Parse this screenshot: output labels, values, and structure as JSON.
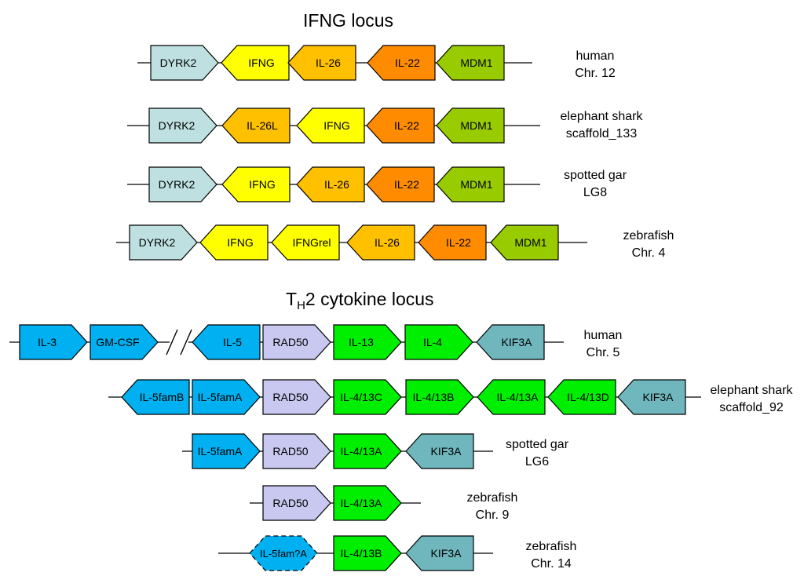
{
  "ifng_title": "IFNG locus",
  "th2_title": {
    "prefix": "T",
    "sub": "H",
    "suffix": "2 cytokine locus"
  },
  "colors": {
    "DYRK2": "#bfe0e0",
    "IFNG": "#ffff00",
    "IL-26": "#ffc000",
    "IL-22": "#ff8c00",
    "MDM1": "#99cc00",
    "IL-5": "#00b0f0",
    "RAD50": "#c8c8f0",
    "IL-4/13": "#00ee00",
    "KIF3A": "#6fb7bd",
    "line": "#000000"
  },
  "ifng_loci": [
    {
      "species": "human",
      "location": "Chr. 12",
      "genes": [
        {
          "label": "DYRK2",
          "family": "DYRK2",
          "dir": "right"
        },
        {
          "label": "IFNG",
          "family": "IFNG",
          "dir": "left"
        },
        {
          "label": "IL-26",
          "family": "IL-26",
          "dir": "left"
        },
        {
          "label": "IL-22",
          "family": "IL-22",
          "dir": "left"
        },
        {
          "label": "MDM1",
          "family": "MDM1",
          "dir": "left"
        }
      ]
    },
    {
      "species": "elephant shark",
      "location": "scaffold_133",
      "genes": [
        {
          "label": "DYRK2",
          "family": "DYRK2",
          "dir": "right"
        },
        {
          "label": "IL-26L",
          "family": "IL-26",
          "dir": "left"
        },
        {
          "label": "IFNG",
          "family": "IFNG",
          "dir": "left"
        },
        {
          "label": "IL-22",
          "family": "IL-22",
          "dir": "left"
        },
        {
          "label": "MDM1",
          "family": "MDM1",
          "dir": "left"
        }
      ]
    },
    {
      "species": "spotted gar",
      "location": "LG8",
      "genes": [
        {
          "label": "DYRK2",
          "family": "DYRK2",
          "dir": "right"
        },
        {
          "label": "IFNG",
          "family": "IFNG",
          "dir": "left"
        },
        {
          "label": "IL-26",
          "family": "IL-26",
          "dir": "left"
        },
        {
          "label": "IL-22",
          "family": "IL-22",
          "dir": "left"
        },
        {
          "label": "MDM1",
          "family": "MDM1",
          "dir": "left"
        }
      ]
    },
    {
      "species": "zebrafish",
      "location": "Chr. 4",
      "genes": [
        {
          "label": "DYRK2",
          "family": "DYRK2",
          "dir": "right"
        },
        {
          "label": "IFNG",
          "family": "IFNG",
          "dir": "left"
        },
        {
          "label": "IFNGrel",
          "family": "IFNG",
          "dir": "left"
        },
        {
          "label": "IL-26",
          "family": "IL-26",
          "dir": "left"
        },
        {
          "label": "IL-22",
          "family": "IL-22",
          "dir": "left"
        },
        {
          "label": "MDM1",
          "family": "MDM1",
          "dir": "left"
        }
      ]
    }
  ],
  "th2_loci": [
    {
      "species": "human",
      "location": "Chr. 5",
      "genes": [
        {
          "label": "IL-3",
          "family": "IL-5",
          "dir": "right"
        },
        {
          "label": "GM-CSF",
          "family": "IL-5",
          "dir": "right"
        },
        {
          "label": "IL-5",
          "family": "IL-5",
          "dir": "left"
        },
        {
          "label": "RAD50",
          "family": "RAD50",
          "dir": "right"
        },
        {
          "label": "IL-13",
          "family": "IL-4/13",
          "dir": "right"
        },
        {
          "label": "IL-4",
          "family": "IL-4/13",
          "dir": "right"
        },
        {
          "label": "KIF3A",
          "family": "KIF3A",
          "dir": "left"
        }
      ]
    },
    {
      "species": "elephant shark",
      "location": "scaffold_92",
      "genes": [
        {
          "label": "IL-5famB",
          "family": "IL-5",
          "dir": "left"
        },
        {
          "label": "IL-5famA",
          "family": "IL-5",
          "dir": "right"
        },
        {
          "label": "RAD50",
          "family": "RAD50",
          "dir": "right"
        },
        {
          "label": "IL-4/13C",
          "family": "IL-4/13",
          "dir": "right"
        },
        {
          "label": "IL-4/13B",
          "family": "IL-4/13",
          "dir": "right"
        },
        {
          "label": "IL-4/13A",
          "family": "IL-4/13",
          "dir": "left"
        },
        {
          "label": "IL-4/13D",
          "family": "IL-4/13",
          "dir": "left"
        },
        {
          "label": "KIF3A",
          "family": "KIF3A",
          "dir": "left"
        }
      ]
    },
    {
      "species": "spotted gar",
      "location": "LG6",
      "genes": [
        {
          "label": "IL-5famA",
          "family": "IL-5",
          "dir": "right"
        },
        {
          "label": "RAD50",
          "family": "RAD50",
          "dir": "right"
        },
        {
          "label": "IL-4/13A",
          "family": "IL-4/13",
          "dir": "right"
        },
        {
          "label": "KIF3A",
          "family": "KIF3A",
          "dir": "left"
        }
      ]
    },
    {
      "species": "zebrafish",
      "location": "Chr. 9",
      "genes": [
        {
          "label": "RAD50",
          "family": "RAD50",
          "dir": "right"
        },
        {
          "label": "IL-4/13A",
          "family": "IL-4/13",
          "dir": "right"
        }
      ]
    },
    {
      "species": "zebrafish",
      "location": "Chr. 14",
      "genes": [
        {
          "label": "IL-5fam?A",
          "family": "IL-5",
          "dir": "both",
          "dashed": true
        },
        {
          "label": "IL-4/13B",
          "family": "IL-4/13",
          "dir": "right"
        },
        {
          "label": "KIF3A",
          "family": "KIF3A",
          "dir": "left"
        }
      ]
    }
  ]
}
